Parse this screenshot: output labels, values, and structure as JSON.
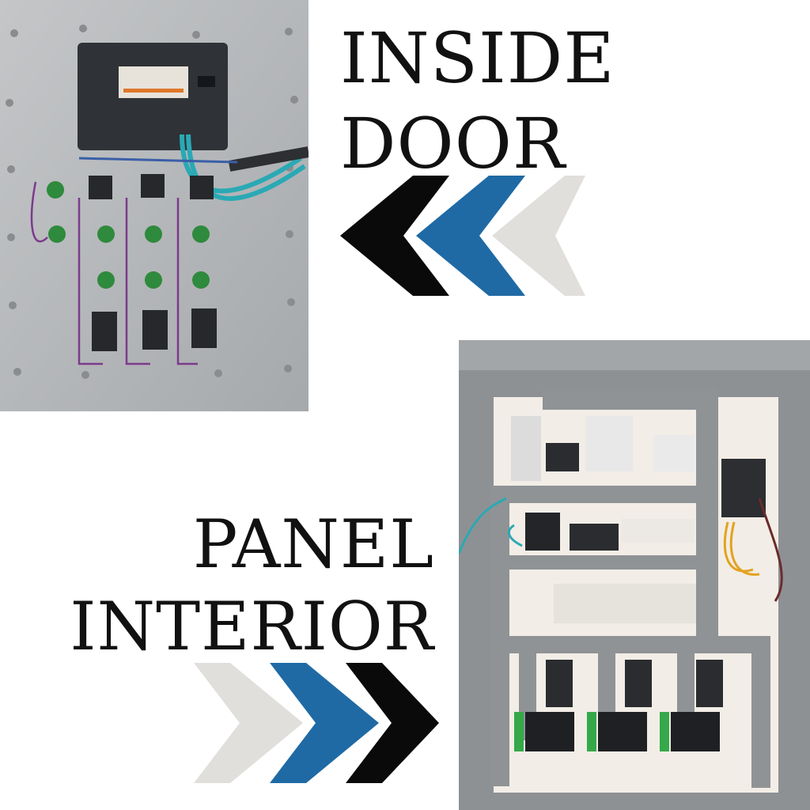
{
  "headings": {
    "inside_door": [
      "INSIDE",
      "DOOR"
    ],
    "panel_interior": [
      "PANEL",
      "INTERIOR"
    ]
  },
  "colors": {
    "black": "#0a0a0a",
    "blue": "#1f6aa5",
    "light_gray": "#e1dfdc",
    "panel_gray": "#8e9194",
    "backplate": "#f2ede6"
  },
  "left_chevrons": {
    "direction": "left",
    "order": [
      "black",
      "blue",
      "light_gray"
    ]
  },
  "right_chevrons": {
    "direction": "right",
    "order": [
      "light_gray",
      "blue",
      "black"
    ]
  }
}
